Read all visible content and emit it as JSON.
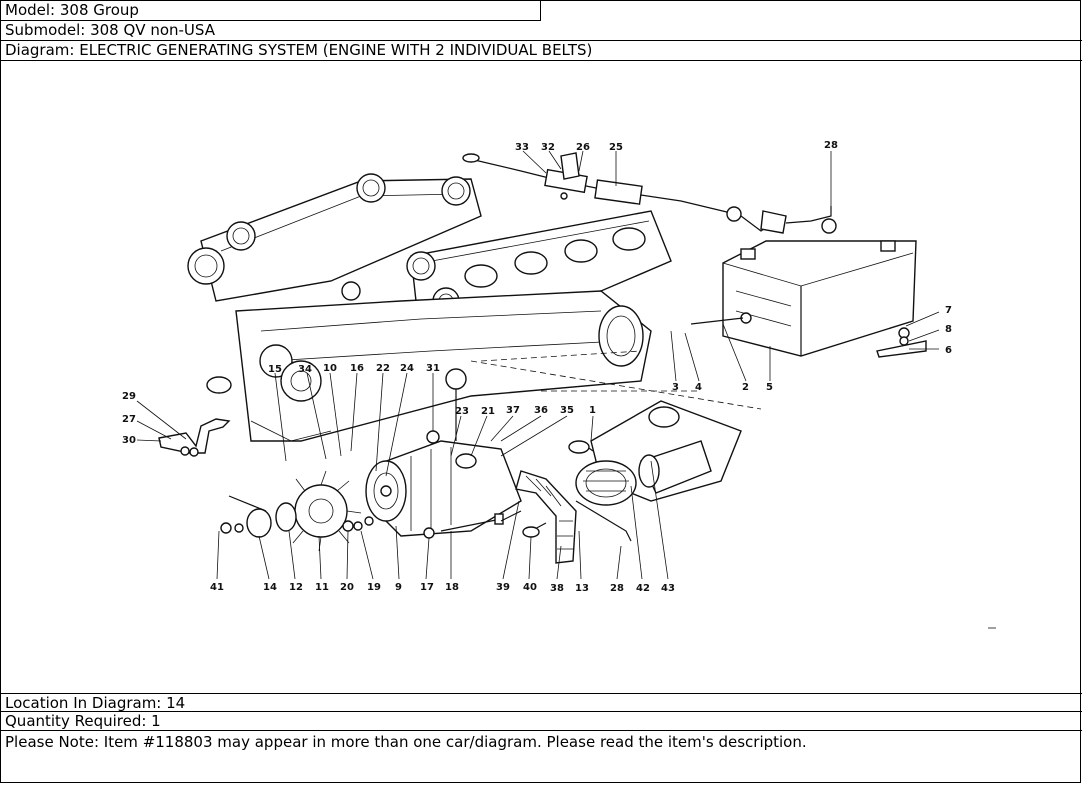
{
  "header": {
    "model": "Model: 308 Group",
    "submodel": "Submodel: 308 QV non-USA",
    "diagram": "Diagram: ELECTRIC GENERATING SYSTEM (ENGINE WITH 2 INDIVIDUAL BELTS)"
  },
  "footer": {
    "location": "Location In Diagram: 14",
    "quantity": "Quantity Required: 1",
    "note": "Please Note: Item #118803 may appear in more than one car/diagram. Please read the item's description."
  },
  "callouts": {
    "c1": "1",
    "c2": "2",
    "c3": "3",
    "c4": "4",
    "c5": "5",
    "c6": "6",
    "c7": "7",
    "c8": "8",
    "c9": "9",
    "c10": "10",
    "c11": "11",
    "c12": "12",
    "c13": "13",
    "c14": "14",
    "c15": "15",
    "c16": "16",
    "c17": "17",
    "c18": "18",
    "c19": "19",
    "c20": "20",
    "c21": "21",
    "c22": "22",
    "c23": "23",
    "c24": "24",
    "c25": "25",
    "c26": "26",
    "c27": "27",
    "c28a": "28",
    "c28b": "28",
    "c29": "29",
    "c30": "30",
    "c31": "31",
    "c32": "32",
    "c33": "33",
    "c34": "34",
    "c35": "35",
    "c36": "36",
    "c37": "37",
    "c38": "38",
    "c39": "39",
    "c40": "40",
    "c41": "41",
    "c42": "42",
    "c43": "43"
  }
}
